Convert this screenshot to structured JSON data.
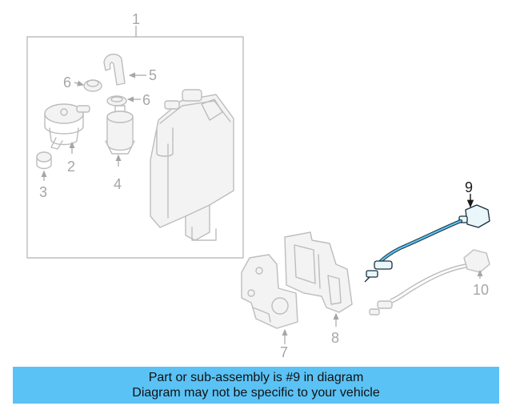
{
  "diagram": {
    "callouts": {
      "c1": "1",
      "c2": "2",
      "c3": "3",
      "c4": "4",
      "c5": "5",
      "c6a": "6",
      "c6b": "6",
      "c7": "7",
      "c8": "8",
      "c9": "9",
      "c10": "10"
    },
    "highlighted_part": "9",
    "colors": {
      "highlight": "#5bc2f5",
      "ghost": "#bdbdbd",
      "label_dim": "#a6a6a6"
    }
  },
  "banner": {
    "line1": "Part or sub-assembly is #9 in diagram",
    "line2": "Diagram may not be specific to your vehicle"
  }
}
